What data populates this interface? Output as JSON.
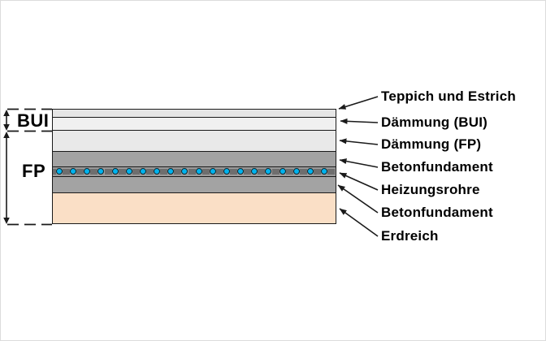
{
  "dimension_markers": {
    "bui_label": "BUI",
    "fp_label": "FP"
  },
  "layer_labels": [
    {
      "text": "Teppich und Estrich"
    },
    {
      "text": "Dämmung (BUI)"
    },
    {
      "text": "Dämmung (FP)"
    },
    {
      "text": "Betonfundament"
    },
    {
      "text": "Heizungsrohre"
    },
    {
      "text": "Betonfundament"
    },
    {
      "text": "Erdreich"
    }
  ],
  "layers": [
    {
      "name": "teppich-und-estrich",
      "color": "#e6e6e6"
    },
    {
      "name": "daemmung-bui",
      "color": "#f0f0f0"
    },
    {
      "name": "daemmung-fp",
      "color": "#e9e9e9"
    },
    {
      "name": "betonfundament-oben",
      "color": "#a3a3a3"
    },
    {
      "name": "heizungsrohre-band",
      "color": "#9a9a9a"
    },
    {
      "name": "betonfundament-unten",
      "color": "#a3a3a3"
    },
    {
      "name": "erdreich",
      "color": "#fadfc6"
    }
  ],
  "pipes": {
    "count": 20,
    "spacing": 17.16,
    "color": "#00b3ee",
    "block_color": "#6e6e6e"
  },
  "colors": {
    "line": "#1a1a1a",
    "insulation_light": "#f0f0f0",
    "insulation": "#e6e6e6",
    "concrete": "#a3a3a3",
    "soil": "#fadfc6",
    "pipe_cyan": "#00b3ee"
  }
}
